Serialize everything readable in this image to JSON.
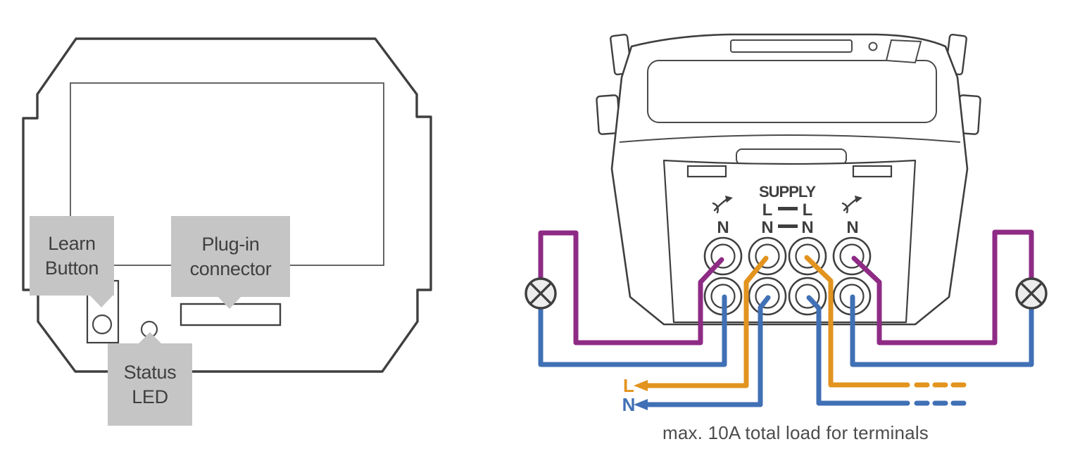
{
  "left_panel": {
    "description": "back view of flush-mount wall frame",
    "callouts": {
      "learn_button": "Learn Button",
      "plug_in_connector": "Plug-in connector",
      "status_led": "Status LED"
    }
  },
  "wiring": {
    "supply_label": "SUPPLY",
    "terminal_l": "L",
    "terminal_n": "N",
    "feed_l": "L",
    "feed_n": "N",
    "caption": "max. 10A total load for terminals",
    "terminals": {
      "top_row_labels": [
        "load-icon",
        "L",
        "L",
        "load-icon"
      ],
      "bottom_row_labels": [
        "N",
        "N",
        "N",
        "N"
      ],
      "bridges": [
        "L-L",
        "N-N"
      ]
    },
    "lamp_symbols": 2,
    "colors": {
      "live_wire": "#e2941f",
      "neutral_wire": "#4070b5",
      "switched_live_wire": "#8e2b85",
      "outline": "#3f3f3f",
      "callout_background": "#c5c5c5",
      "lamp_fill": "#ededed"
    }
  }
}
